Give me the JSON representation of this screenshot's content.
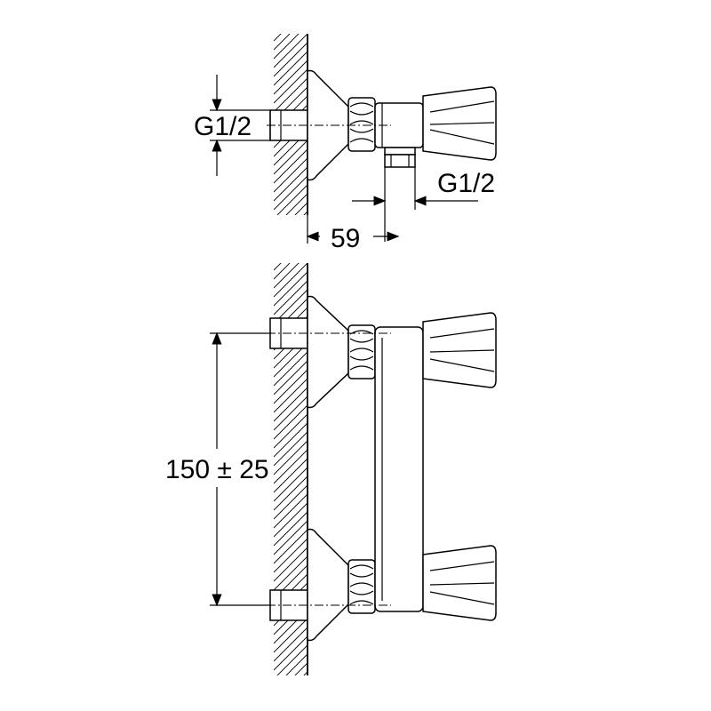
{
  "drawing": {
    "labels": {
      "top_inlet_thread": "G1/2",
      "top_outlet_thread": "G1/2",
      "projection": "59",
      "center_distance": "150 ± 25"
    }
  },
  "colors": {
    "line": "#000000",
    "background": "#ffffff"
  }
}
